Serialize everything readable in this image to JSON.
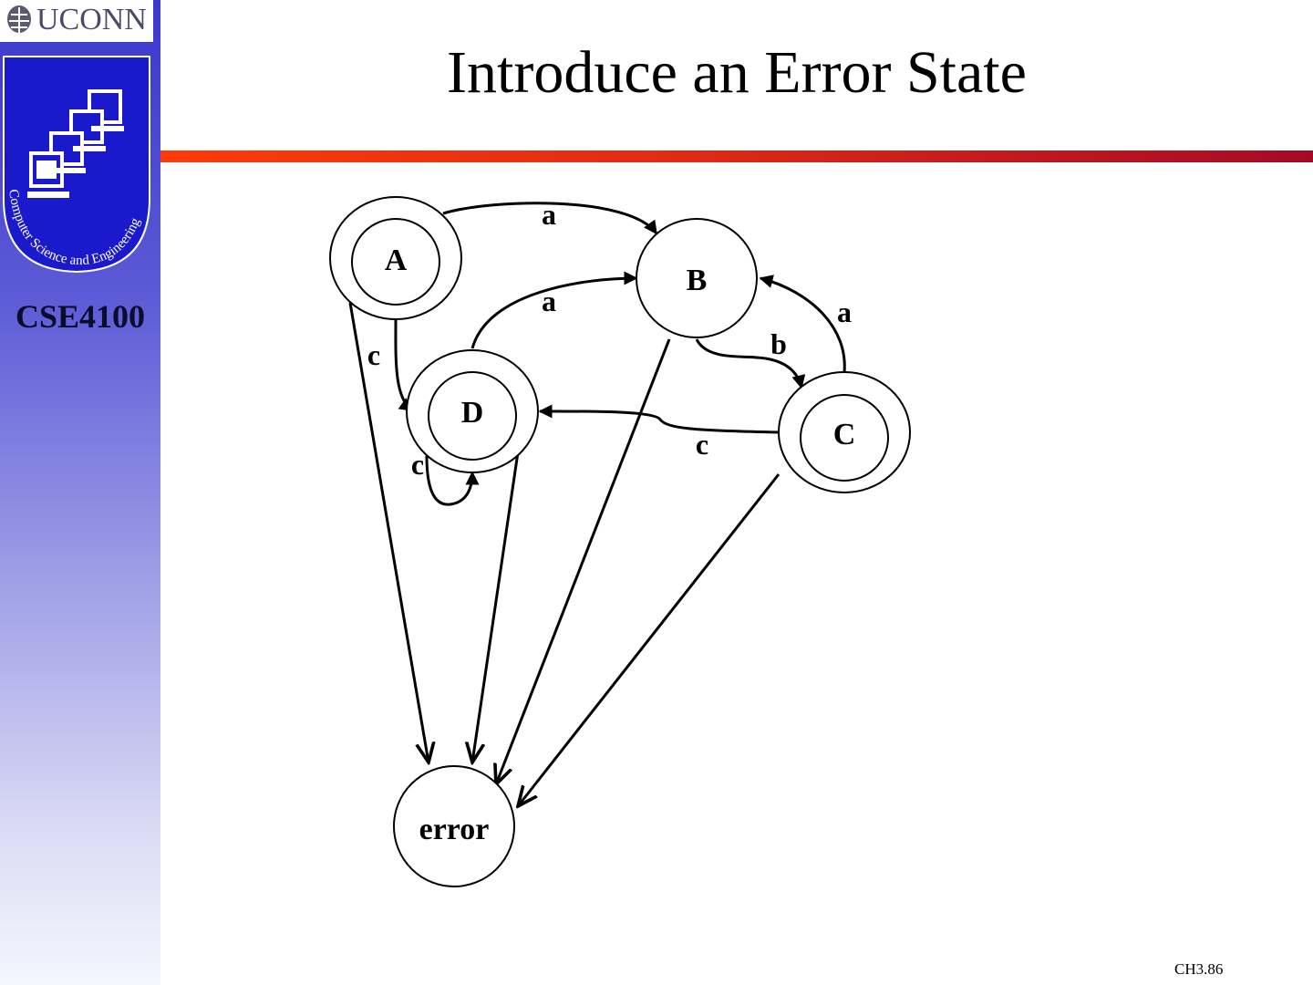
{
  "slide": {
    "title": "Introduce an Error State",
    "course_code": "CSE4100",
    "slide_number": "CH3.86"
  },
  "branding": {
    "university_logo_text": "UCONN",
    "department_seal_text": "Computer Science and Engineering",
    "colors": {
      "sidebar_top": "#3b38cf",
      "sidebar_bottom": "#f6f6fd",
      "rule_left": "#ff3a0a",
      "rule_right": "#a50a25"
    }
  },
  "diagram": {
    "states": [
      {
        "id": "A",
        "label": "A",
        "accepting": true
      },
      {
        "id": "B",
        "label": "B",
        "accepting": false
      },
      {
        "id": "C",
        "label": "C",
        "accepting": true
      },
      {
        "id": "D",
        "label": "D",
        "accepting": true
      },
      {
        "id": "error",
        "label": "error",
        "accepting": false
      }
    ],
    "transitions": [
      {
        "from": "A",
        "to": "B",
        "label": "a"
      },
      {
        "from": "D",
        "to": "B",
        "label": "a"
      },
      {
        "from": "C",
        "to": "B",
        "label": "a"
      },
      {
        "from": "B",
        "to": "C",
        "label": "b"
      },
      {
        "from": "A",
        "to": "D",
        "label": "c"
      },
      {
        "from": "C",
        "to": "D",
        "label": "c"
      },
      {
        "from": "D",
        "to": "D",
        "label": "c"
      },
      {
        "from": "A",
        "to": "error",
        "label": ""
      },
      {
        "from": "B",
        "to": "error",
        "label": ""
      },
      {
        "from": "C",
        "to": "error",
        "label": ""
      },
      {
        "from": "D",
        "to": "error",
        "label": ""
      }
    ]
  }
}
